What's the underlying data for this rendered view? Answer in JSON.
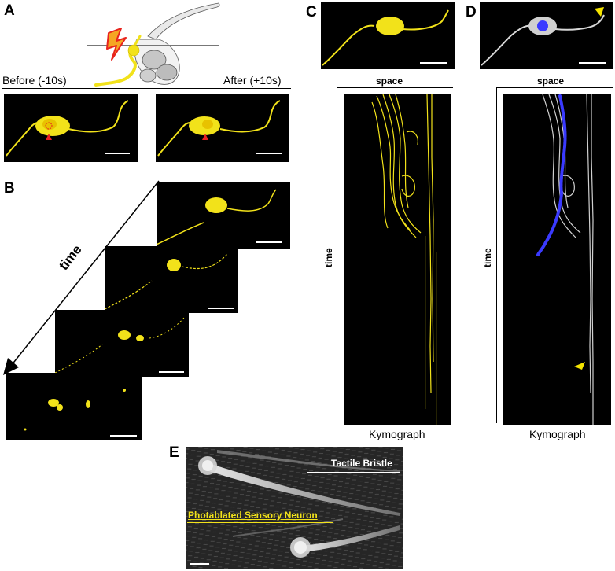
{
  "panels": {
    "A": {
      "label": "A",
      "before_label": "Before (-10s)",
      "after_label": "After (+10s)"
    },
    "B": {
      "label": "B",
      "axis_label": "time"
    },
    "C": {
      "label": "C",
      "space_label": "space",
      "time_label": "time",
      "kymograph_label": "Kymograph"
    },
    "D": {
      "label": "D",
      "space_label": "space",
      "time_label": "time",
      "kymograph_label": "Kymograph"
    },
    "E": {
      "label": "E",
      "bristle_label": "Tactile Bristle",
      "neuron_label": "Photablated Sensory Neuron"
    }
  },
  "colors": {
    "neuron_yellow": "#f2e21a",
    "laser_red": "#e8231d",
    "laser_orange": "#f5a623",
    "marker_red": "#e82020",
    "trace_blue": "#3a3aff",
    "arrowhead_yellow": "#f5e400"
  }
}
